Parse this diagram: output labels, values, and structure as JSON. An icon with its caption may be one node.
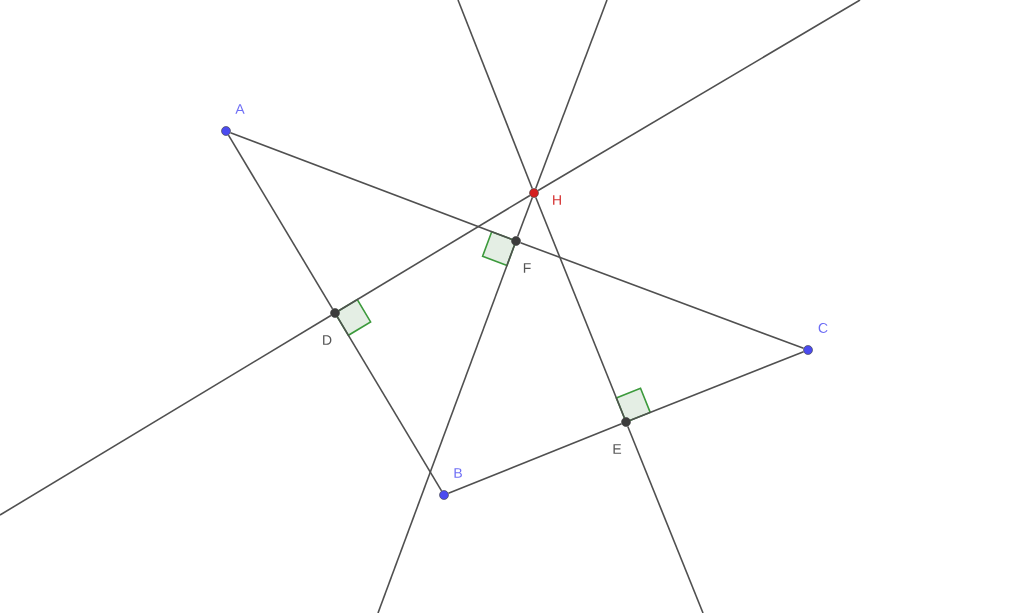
{
  "diagram": {
    "nodes": [
      {
        "text": [
          "A"
        ]
      },
      {
        "text": [
          "B"
        ]
      },
      {
        "text": [
          "C"
        ]
      },
      {
        "text": [
          "D"
        ]
      },
      {
        "text": [
          "E"
        ]
      },
      {
        "text": [
          "F"
        ]
      },
      {
        "text": [
          "H"
        ]
      }
    ],
    "edges": [
      {
        "from": 0,
        "to": 3,
        "arrow": "none"
      },
      {
        "from": 3,
        "to": 1,
        "arrow": "none"
      },
      {
        "from": 1,
        "to": 4,
        "arrow": "none"
      },
      {
        "from": 4,
        "to": 2,
        "arrow": "none"
      },
      {
        "from": 2,
        "to": 5,
        "arrow": "none"
      },
      {
        "from": 5,
        "to": 0,
        "arrow": "none"
      },
      {
        "from": null,
        "to": 3,
        "arrow": "none"
      },
      {
        "from": 3,
        "to": 6,
        "arrow": "none"
      },
      {
        "from": 6,
        "to": null,
        "arrow": "none"
      },
      {
        "from": null,
        "to": 5,
        "arrow": "none"
      },
      {
        "from": 5,
        "to": 6,
        "arrow": "none"
      },
      {
        "from": 6,
        "to": null,
        "arrow": "none"
      },
      {
        "from": null,
        "to": 6,
        "arrow": "none"
      },
      {
        "from": 6,
        "to": 4,
        "arrow": "none"
      },
      {
        "from": 4,
        "to": null,
        "arrow": "none"
      }
    ]
  }
}
